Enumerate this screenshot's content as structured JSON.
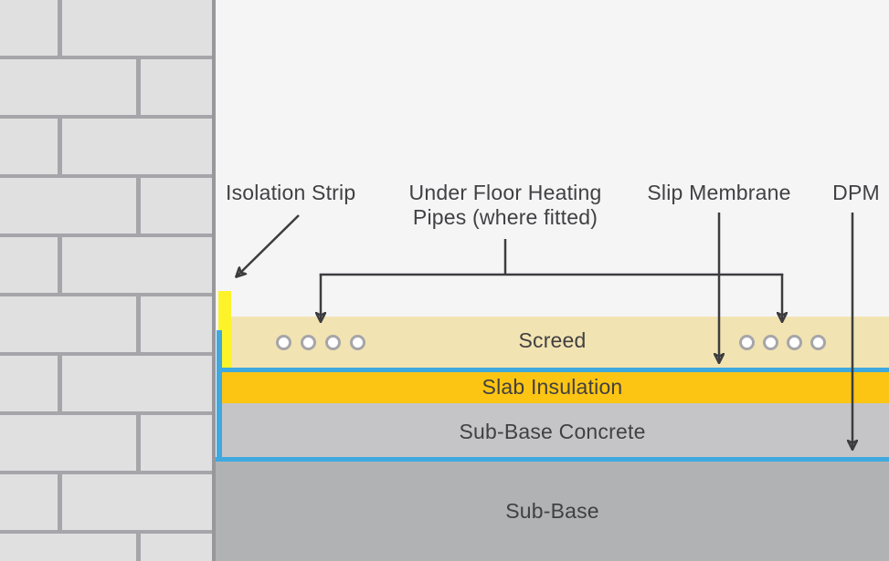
{
  "annotations": {
    "isolation_strip": "Isolation Strip",
    "under_floor_heating_line1": "Under Floor Heating",
    "under_floor_heating_line2": "Pipes (where fitted)",
    "slip_membrane": "Slip Membrane",
    "dpm": "DPM"
  },
  "layers": {
    "screed": "Screed",
    "slab_insulation": "Slab Insulation",
    "sub_base_concrete": "Sub-Base Concrete",
    "sub_base": "Sub-Base"
  },
  "pipes": {
    "left_group_count": 4,
    "right_group_count": 4
  },
  "colors": {
    "background": "#f5f5f6",
    "brick": "#e0e0e1",
    "mortar": "#a5a5aa",
    "wall_edge": "#97979c",
    "screed": "#f2e3b2",
    "insulation": "#fdc513",
    "concrete": "#c5c5c7",
    "sub_base": "#b1b2b4",
    "membrane_blue": "#3fa9df",
    "isolation_yellow": "#fcf32b",
    "pipe_ring": "#a6a6a9",
    "line": "#3d3d3f",
    "text": "#414042"
  }
}
